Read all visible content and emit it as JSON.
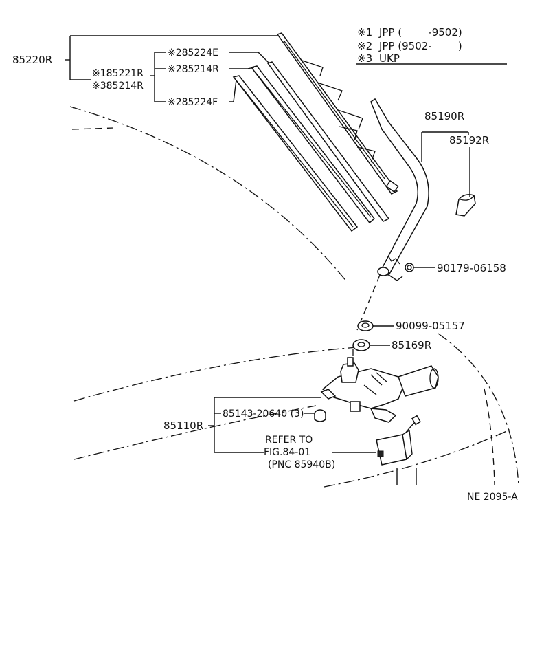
{
  "legend": {
    "items": [
      {
        "mark": "※1",
        "text": "JPP (        -9502)"
      },
      {
        "mark": "※2",
        "text": "JPP (9502-        )"
      },
      {
        "mark": "※3",
        "text": "UKP"
      }
    ]
  },
  "parts": {
    "blade_assembly": "85220R",
    "blade_sub_a": "※185221R",
    "blade_sub_b": "※385214R",
    "refill_e": "※285224E",
    "blade_rubber": "※285214R",
    "refill_f": "※285224F",
    "wiper_arm": "85190R",
    "arm_cap": "85192R",
    "arm_nut": "90179-06158",
    "pivot_nut": "90099-05157",
    "pivot_cap": "85169R",
    "motor_assembly": "85110R",
    "grommet": "85143-20640 (3)"
  },
  "reference": {
    "line1": "REFER TO",
    "line2": "FIG.84-01",
    "line3": "(PNC 85940B)"
  },
  "figure_code": "NE 2095-A"
}
